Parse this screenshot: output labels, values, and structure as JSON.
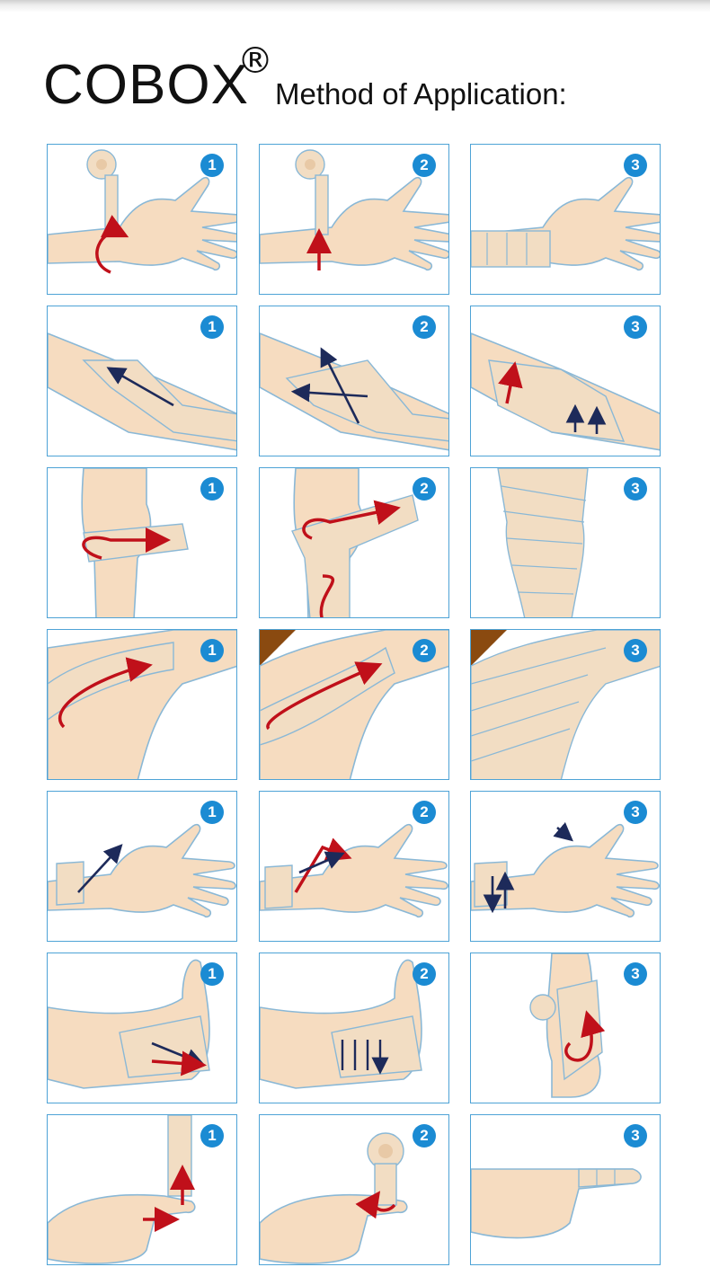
{
  "header": {
    "brand": "COBOX",
    "registered_mark": "®",
    "subtitle": "Method of Application:"
  },
  "colors": {
    "panel_border": "#4ea3d6",
    "badge": "#1b8bd3",
    "skin": "#f6dcc0",
    "outline": "#8ab8d6",
    "bandage": "#f2ddc3",
    "arrow_red": "#c0101a",
    "arrow_navy": "#1d2a5a",
    "hair_dark": "#8a4a10"
  },
  "rows": [
    {
      "name": "wrist",
      "steps": [
        {
          "label": "1",
          "icon": "wrist-bandage-start-icon"
        },
        {
          "label": "2",
          "icon": "wrist-bandage-wrap-icon"
        },
        {
          "label": "3",
          "icon": "wrist-bandage-done-icon"
        }
      ]
    },
    {
      "name": "elbow",
      "steps": [
        {
          "label": "1",
          "icon": "elbow-bandage-start-icon"
        },
        {
          "label": "2",
          "icon": "elbow-bandage-cross-icon"
        },
        {
          "label": "3",
          "icon": "elbow-bandage-done-icon"
        }
      ]
    },
    {
      "name": "knee-front",
      "steps": [
        {
          "label": "1",
          "icon": "knee-bandage-start-icon"
        },
        {
          "label": "2",
          "icon": "knee-bandage-wrap-icon"
        },
        {
          "label": "3",
          "icon": "knee-bandage-done-icon"
        }
      ]
    },
    {
      "name": "thigh",
      "steps": [
        {
          "label": "1",
          "icon": "thigh-bandage-start-icon"
        },
        {
          "label": "2",
          "icon": "thigh-bandage-wrap-icon"
        },
        {
          "label": "3",
          "icon": "thigh-bandage-done-icon"
        }
      ]
    },
    {
      "name": "thumb",
      "steps": [
        {
          "label": "1",
          "icon": "thumb-bandage-start-icon"
        },
        {
          "label": "2",
          "icon": "thumb-bandage-cross-icon"
        },
        {
          "label": "3",
          "icon": "thumb-bandage-done-icon"
        }
      ]
    },
    {
      "name": "ankle",
      "steps": [
        {
          "label": "1",
          "icon": "ankle-bandage-start-icon"
        },
        {
          "label": "2",
          "icon": "ankle-bandage-wrap-icon"
        },
        {
          "label": "3",
          "icon": "ankle-bandage-done-icon"
        }
      ]
    },
    {
      "name": "finger",
      "steps": [
        {
          "label": "1",
          "icon": "finger-bandage-start-icon"
        },
        {
          "label": "2",
          "icon": "finger-bandage-wrap-icon"
        },
        {
          "label": "3",
          "icon": "finger-bandage-done-icon"
        }
      ]
    }
  ]
}
